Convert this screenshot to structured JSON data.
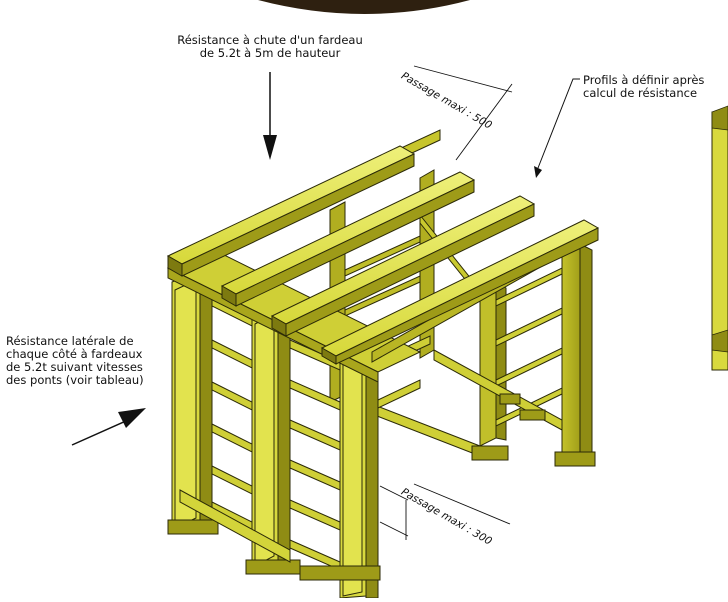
{
  "annotations": {
    "top_load": [
      "Résistance à chute d'un fardeau",
      "de 5.2t à 5m de hauteur"
    ],
    "profiles": [
      "Profils à définir après",
      "calcul de résistance"
    ],
    "lateral": [
      "Résistance latérale de",
      "chaque côté à fardeaux",
      "de 5.2t suivant vitesses",
      "des ponts (voir tableau)"
    ]
  },
  "dimensions": {
    "top_passage": "Passage maxi : 500",
    "bottom_passage": "Passage maxi : 300"
  },
  "colors": {
    "steel_light": "#e6e85a",
    "steel_mid": "#c9c92e",
    "steel_dark": "#8f8c14",
    "outline": "#2b2a08",
    "arrow": "#111111"
  }
}
